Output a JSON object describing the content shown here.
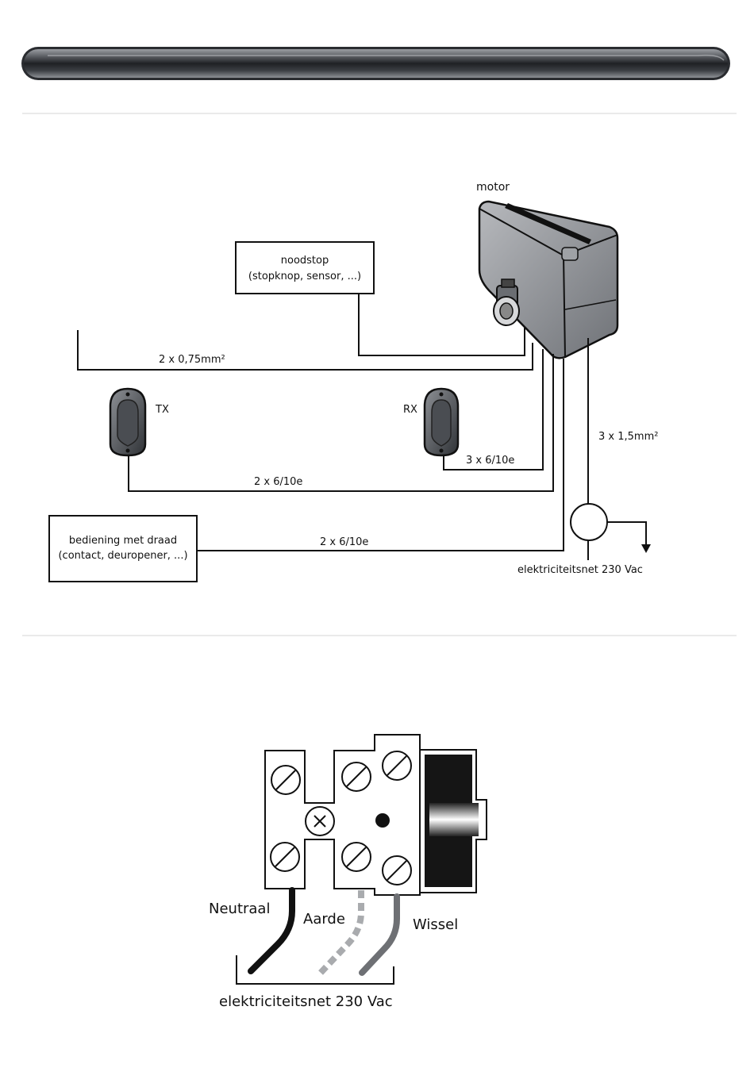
{
  "diagram1": {
    "motor_label": "motor",
    "noodstop_line1": "noodstop",
    "noodstop_line2": "(stopknop, sensor, ...)",
    "cable_075": "2 x 0,75mm²",
    "tx_label": "TX",
    "rx_label": "RX",
    "cable_rx": "3 x 6/10e",
    "cable_tx": "2 x 6/10e",
    "cable_15": "3 x 1,5mm²",
    "bediening_line1": "bediening met draad",
    "bediening_line2": "(contact, deuropener, ...)",
    "cable_bediening": "2 x 6/10e",
    "mains_label": "elektriciteitsnet 230 Vac"
  },
  "diagram2": {
    "neutraal_label": "Neutraal",
    "aarde_label": "Aarde",
    "wissel_label": "Wissel",
    "mains_label": "elektriciteitsnet 230 Vac"
  },
  "colors": {
    "header_bar": "#3a3d42",
    "motor_body": "#8a8d93",
    "wire_black": "#111111",
    "wire_earth": "#a9abae",
    "wire_live": "#6e7074"
  }
}
